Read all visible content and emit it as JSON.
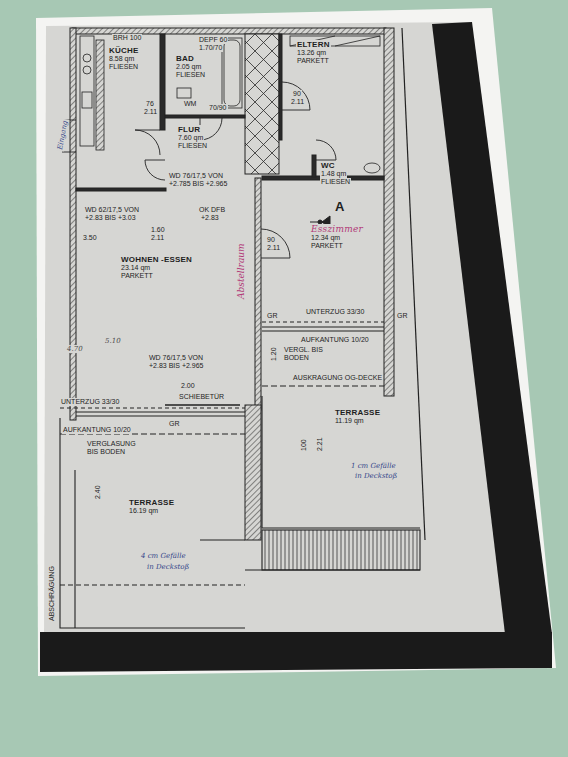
{
  "diagram": {
    "nodes": [
      {
        "text": [
          "KÜCHE",
          "8.58 qm",
          "FLIESEN"
        ]
      },
      {
        "text": [
          "BAD",
          "2.05 qm",
          "FLIESEN"
        ]
      },
      {
        "text": [
          "ELTERN",
          "13.26 qm",
          "PARKETT"
        ]
      },
      {
        "text": [
          "FLUR",
          "7.60 qm",
          "FLIESEN"
        ]
      },
      {
        "text": [
          "WC",
          "1.48 qm",
          "FLIESEN"
        ]
      },
      {
        "text": [
          "WOHNEN -ESSEN",
          "23.14 qm",
          "PARKETT"
        ]
      },
      {
        "text": [
          "Esszimmer",
          "12.34 qm",
          "PARKETT"
        ]
      },
      {
        "text": [
          "TERRASSE",
          "11.19 qm"
        ]
      },
      {
        "text": [
          "TERRASSE",
          "16.19 qm"
        ]
      }
    ],
    "labels": [
      "BRH 100",
      "DEPF 60",
      "1.70/70",
      "WM",
      "76",
      "2.11",
      "70/90",
      "90",
      "2.11",
      "WD 62/17,5 VON",
      "+2.83 BIS +3.03",
      "3.50",
      "1.60",
      "2.11",
      "OK DFB",
      "+2.83",
      "WD 76/17,5 VON",
      "+2.785 BIS +2.965",
      "Eingang",
      "Abstellraum",
      "90",
      "2.11",
      "GR",
      "GR",
      "UNTERZUG 33/30",
      "AUFKANTUNG 10/20",
      "1.20",
      "VERGL. BIS",
      "BODEN",
      "AUSKRAGUNG OG-DECKE",
      "WD 76/17,5 VON",
      "+2.83 BIS +2.965",
      "2.00",
      "SCHIEBETÜR",
      "GR",
      "UNTERZUG 33/30",
      "AUFKANTUNG 10/20",
      "VERGLASUNG",
      "BIS BODEN",
      "100",
      "2.21",
      "1 cm Gefälle",
      "in Deckstoß",
      "2.40",
      "4 cm Gefälle",
      "in Deckstoß",
      "ABSCHRÄGUNG",
      "4.70",
      "5.10",
      "A"
    ]
  }
}
